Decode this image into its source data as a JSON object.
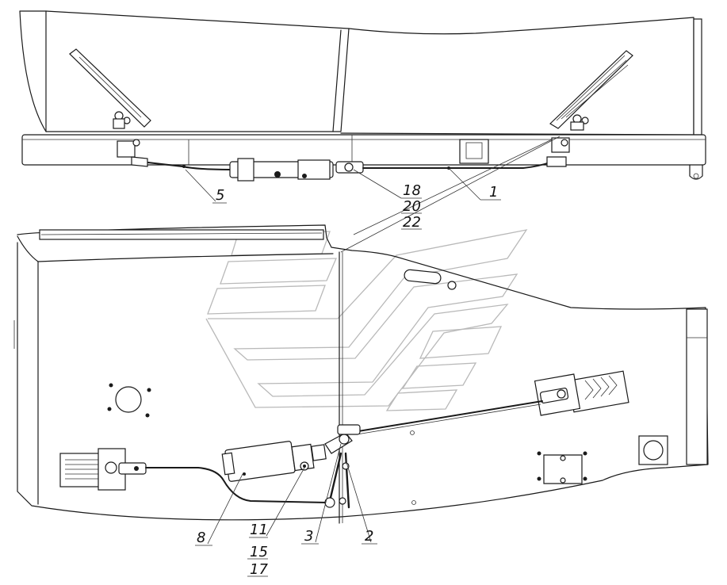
{
  "callouts": {
    "c1": "1",
    "c2": "2",
    "c3": "3",
    "c5": "5",
    "c8": "8",
    "c11": "11",
    "c15": "15",
    "c17": "17",
    "c18": "18",
    "c20": "20",
    "c22": "22"
  }
}
